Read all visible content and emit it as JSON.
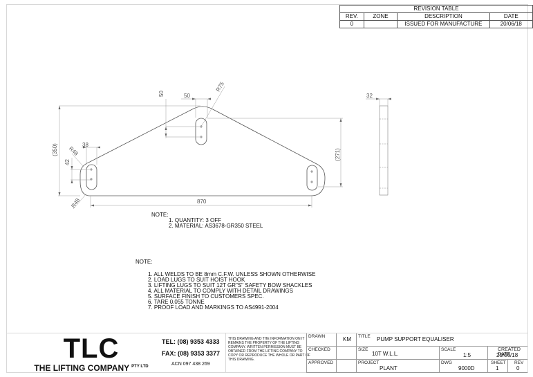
{
  "revision_table": {
    "title": "REVISION TABLE",
    "headers": [
      "REV.",
      "ZONE",
      "DESCRIPTION",
      "DATE"
    ],
    "rows": [
      {
        "rev": "0",
        "zone": "",
        "description": "ISSUED FOR MANUFACTURE",
        "date": "20/06/18"
      }
    ]
  },
  "drawing": {
    "dimensions": {
      "overall_length": "870",
      "overall_height": "(350)",
      "lug_offset_height": "(271)",
      "top_slot_spacing": "50",
      "top_width": "50",
      "top_radius": "R75",
      "end_radius_top": "R48",
      "end_radius_bottom": "R48",
      "end_slot_width": "38",
      "end_slot_spacing": "42",
      "thickness": "32"
    }
  },
  "note1": {
    "heading": "NOTE:",
    "items": [
      "1. QUANTITY:  3 OFF",
      "2. MATERIAL:  AS3678-GR350 STEEL"
    ]
  },
  "note2": {
    "heading": "NOTE:",
    "items": [
      "1. ALL WELDS TO BE 8mm C.F.W. UNLESS SHOWN OTHERWISE",
      "2. LOAD LUGS TO SUIT HOIST HOOK",
      "3. LIFTING LUGS TO SUIT 12T GR\"S\" SAFETY BOW SHACKLES",
      "4. ALL MATERIAL TO COMPLY WITH DETAIL DRAWINGS",
      "5. SURFACE FINISH TO CUSTOMERS SPEC.",
      "6. TARE 0.055 TONNE",
      "7. PROOF LOAD AND MARKINGS TO AS4991-2004"
    ]
  },
  "title_block": {
    "logo_text": "TLC",
    "company_name": "THE LIFTING COMPANY",
    "company_suffix": "PTY LTD",
    "tel": "TEL: (08) 9353 4333",
    "fax": "FAX: (08) 9353 3377",
    "acn": "ACN 097 438 269",
    "legal": "THIS DRAWING AND THE INFORMATION ON IT REMAINS THE PROPERTY OF THE LIFTING COMPANY. WRITTEN PERMISSION MUST BE OBTAINED FROM THE LIFTING COMPANY TO COPY OR REPRODUCE THE WHOLE OR PART OF THIS DRAWING.",
    "drawn_label": "DRAWN",
    "drawn_value": "KM",
    "checked_label": "CHECKED",
    "checked_value": "",
    "approved_label": "APPROVED",
    "approved_value": "",
    "title_label": "TITLE",
    "title_value": "PUMP SUPPORT EQUALISER",
    "size_label": "SIZE",
    "size_value": "10T W.L.L.",
    "scale_label": "SCALE",
    "scale_value": "1:5",
    "created_label": "CREATED DATE",
    "created_value": "20/06/18",
    "project_label": "PROJECT",
    "project_value": "PLANT",
    "dwg_label": "DWG",
    "dwg_value": "9000D",
    "sheet_label": "SHEET",
    "sheet_value": "1",
    "rev_label": "REV",
    "rev_value": "0"
  }
}
